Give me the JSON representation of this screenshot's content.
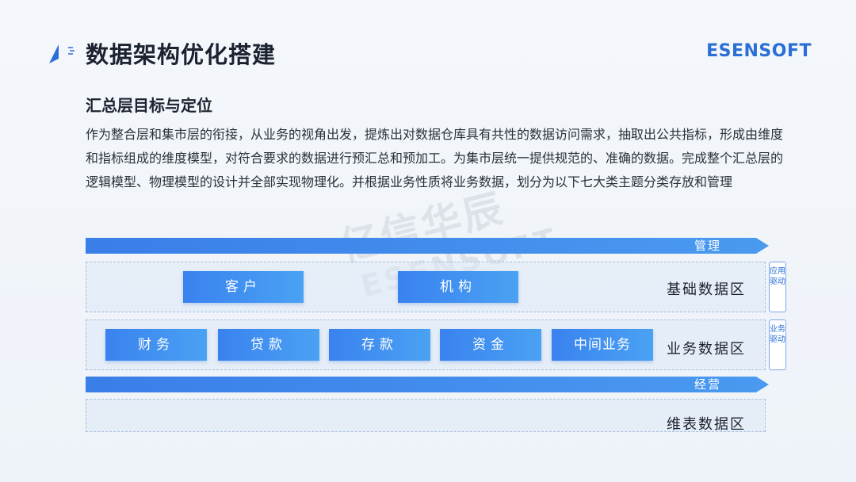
{
  "header": {
    "title": "数据架构优化搭建",
    "brand": "ESENSOFT"
  },
  "section": {
    "subtitle": "汇总层目标与定位",
    "paragraph": "作为整合层和集市层的衔接，从业务的视角出发，提炼出对数据仓库具有共性的数据访问需求，抽取出公共指标，形成由维度和指标组成的维度模型，对符合要求的数据进行预汇总和预加工。为集市层统一提供规范的、准确的数据。完成整个汇总层的逻辑模型、物理模型的设计并全部实现物理化。并根据业务性质将业务数据，划分为以下七大类主题分类存放和管理"
  },
  "watermark": {
    "cn": "亿信华辰",
    "en": "ESENSOFT"
  },
  "diagram": {
    "arrows": [
      {
        "label": "管理"
      },
      {
        "label": "经营"
      }
    ],
    "zones": [
      {
        "label": "基础数据区",
        "boxes": [
          "客户",
          "机构"
        ]
      },
      {
        "label": "业务数据区",
        "boxes": [
          "财务",
          "贷款",
          "存款",
          "资金",
          "中间业务"
        ]
      },
      {
        "label": "维表数据区",
        "boxes": []
      }
    ],
    "side_tags": [
      {
        "label": "应用驱动"
      },
      {
        "label": "业务驱动"
      }
    ]
  },
  "colors": {
    "accent": "#2a6fd6",
    "box_start": "#3a82ef",
    "box_end": "#4aa2f3"
  }
}
